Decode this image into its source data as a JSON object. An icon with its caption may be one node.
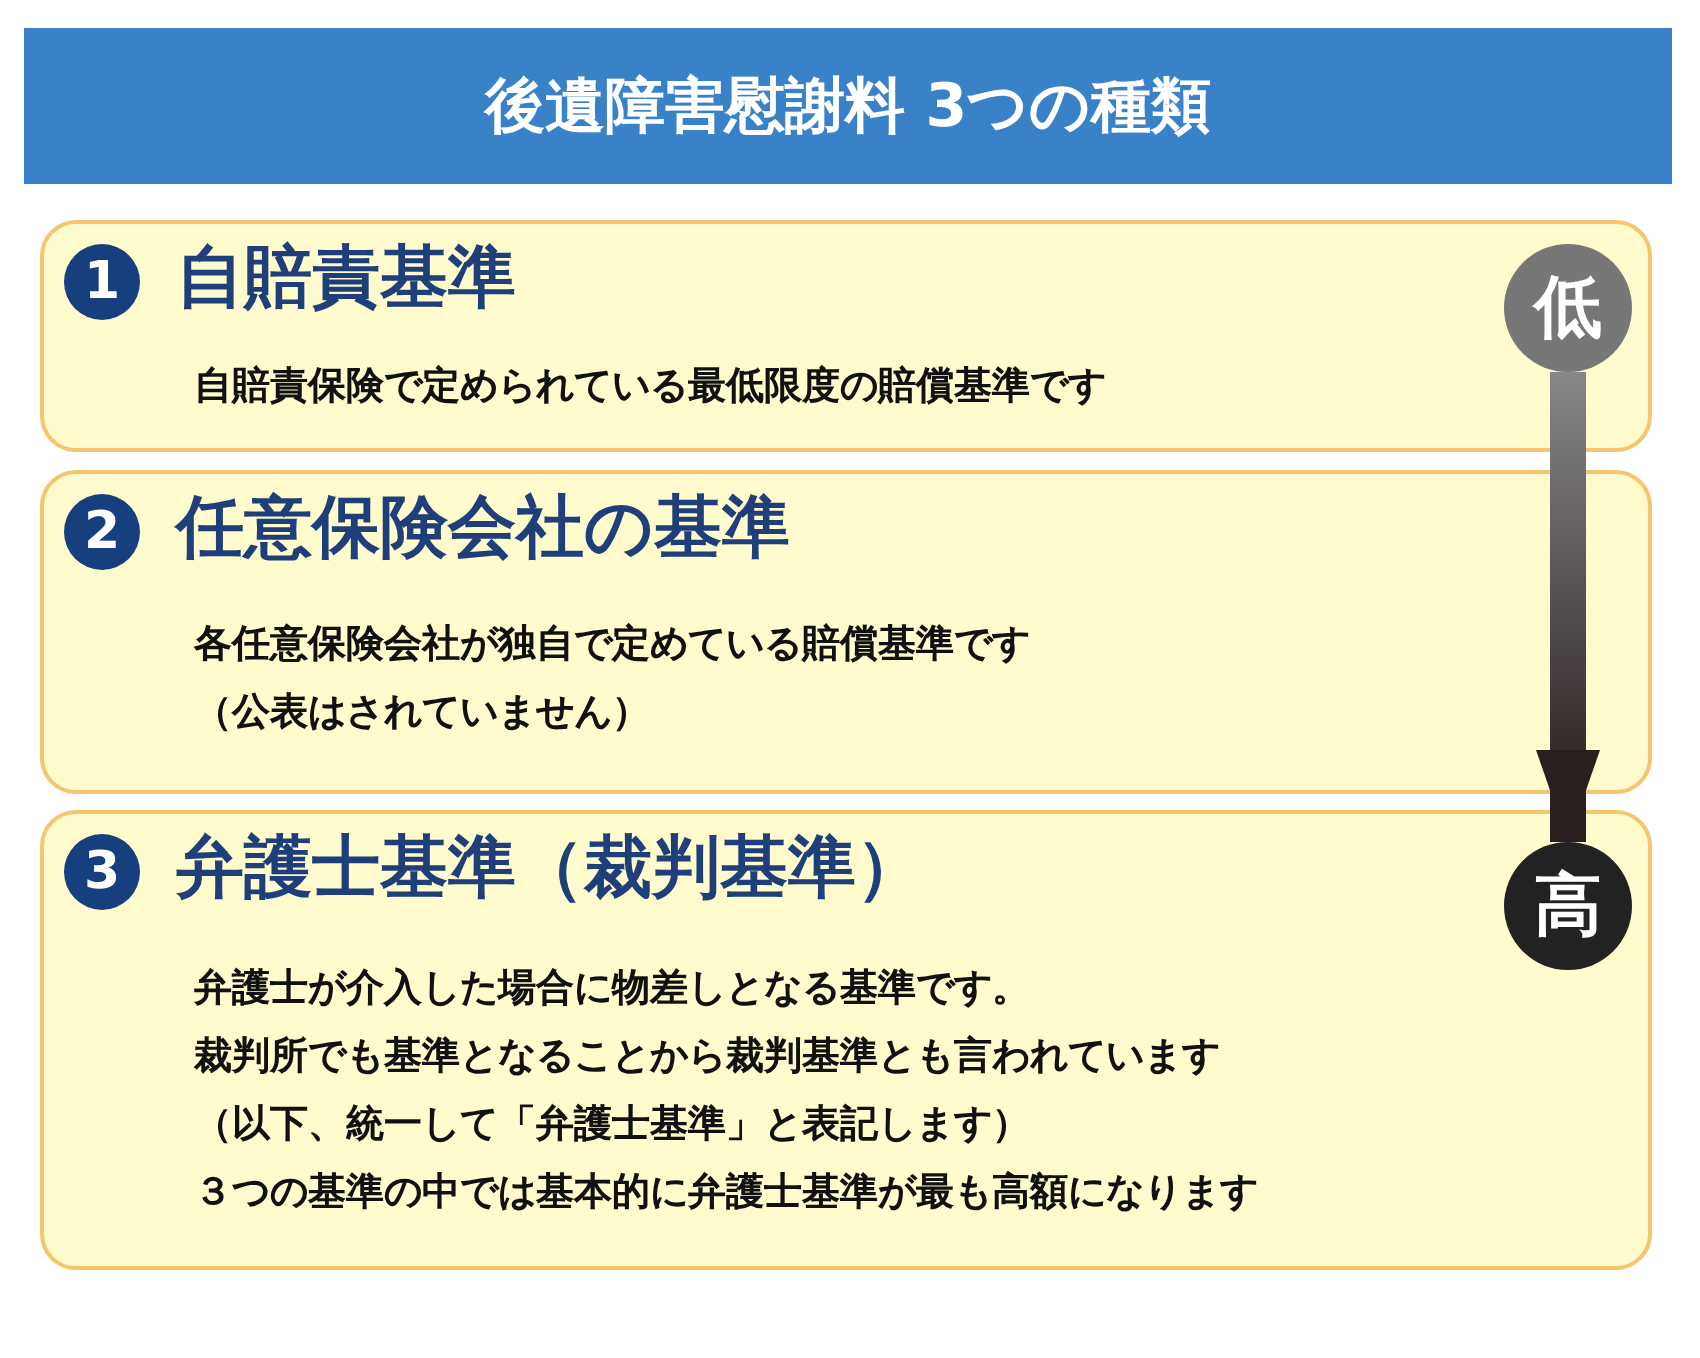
{
  "diagram": {
    "title": "後遺障害慰謝料 3つの種類",
    "nodes": [
      {
        "text": [
          "自賠責基準",
          "自賠責保険で定められている最低限度の賠償基準です"
        ]
      },
      {
        "text": [
          "1"
        ],
        "in": 0
      },
      {
        "text": [
          "低"
        ],
        "in": 0
      },
      {
        "text": [
          "任意保険会社の基準",
          "各任意保険会社が独自で定めている賠償基準です",
          "（公表はされていません）"
        ]
      },
      {
        "text": [
          "2"
        ],
        "in": 3
      },
      {
        "text": [
          "弁護士基準（裁判基準）",
          "弁護士が介入した場合に物差しとなる基準です。",
          "裁判所でも基準となることから裁判基準とも言われています",
          "（以下、統一して「弁護士基準」と表記します）",
          "３つの基準の中では基本的に弁護士基準が最も高額になります"
        ]
      },
      {
        "text": [
          "3"
        ],
        "in": 5
      },
      {
        "text": [
          "高"
        ],
        "in": 5
      }
    ],
    "edges": [
      {
        "from": 2,
        "to": 7,
        "arrow": "to",
        "style": "thick"
      }
    ]
  }
}
